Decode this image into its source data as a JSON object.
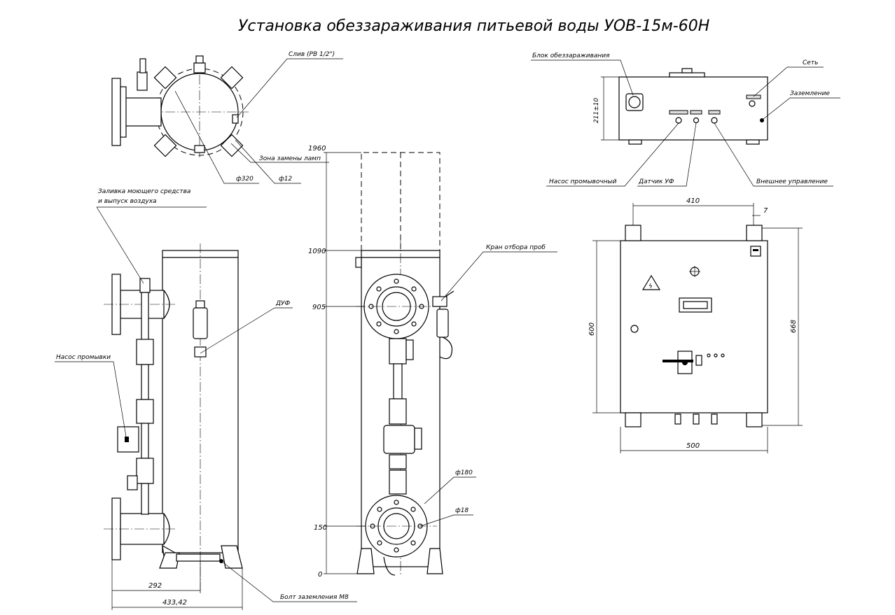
{
  "title": "Установка обеззараживания питьевой воды УОВ-15м-60Н",
  "top_view": {
    "drain_label": "Слив (РВ 1/2\")",
    "lamp_zone_label": "Зона замены ламп",
    "dim_diameter": "ф320",
    "dim_hole": "ф12"
  },
  "side_view": {
    "fill_label_line1": "Заливка моющего средства",
    "fill_label_line2": "и выпуск воздуха",
    "pump_label": "Насос промывки",
    "duf_label": "ДУФ",
    "dim_292": "292",
    "dim_433": "433,42",
    "bolt_label": "Болт заземления М8"
  },
  "front_view": {
    "elev_1960": "1960",
    "elev_1090": "1090",
    "elev_905": "905",
    "elev_150": "150",
    "elev_0": "0",
    "sample_valve_label": "Кран отбора проб",
    "dim_180": "ф180",
    "dim_18": "ф18"
  },
  "control_block": {
    "block_label": "Блок обеззараживания",
    "network_label": "Сеть",
    "ground_label": "Заземление",
    "height_label": "211±10",
    "pump_label": "Насос промывочный",
    "uv_sensor_label": "Датчик УФ",
    "external_label": "Внешнее управление"
  },
  "cabinet_view": {
    "dim_410": "410",
    "dim_7": "7",
    "dim_600": "600",
    "dim_668": "668",
    "dim_500": "500"
  }
}
